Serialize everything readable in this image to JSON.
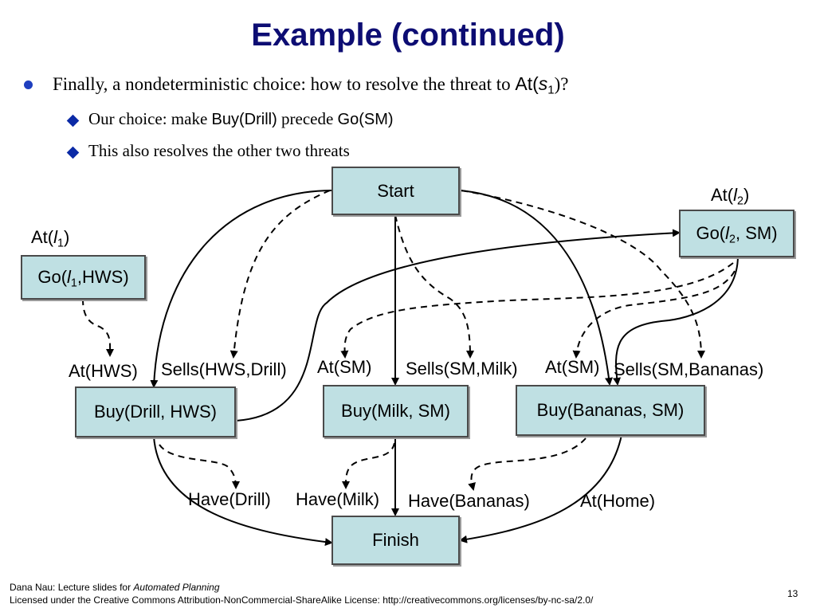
{
  "slide": {
    "title": "Example (continued)",
    "page_number": "13"
  },
  "bullets": {
    "b1_text": "Finally, a nondeterministic choice: how to resolve the threat to ",
    "b1_code": "At(",
    "b1_var": "s",
    "b1_sub": "1",
    "b1_end": ")?",
    "b2_text": "Our choice: make ",
    "b2_code1": "Buy(Drill)",
    "b2_mid": " precede ",
    "b2_code2": "Go(SM)",
    "b3_text": "This also resolves the other two threats"
  },
  "nodes": {
    "start": "Start",
    "finish": "Finish",
    "go_l2_pre": "Go(",
    "go_l2_var": "l",
    "go_l2_sub": "2",
    "go_l2_post": ", SM)",
    "go_l1_pre": "Go(",
    "go_l1_var": "l",
    "go_l1_sub": "1",
    "go_l1_post": ",HWS)",
    "buy_drill": "Buy(Drill, HWS)",
    "buy_milk": "Buy(Milk, SM)",
    "buy_bananas": "Buy(Bananas, SM)"
  },
  "labels": {
    "at_l2_pre": "At(",
    "at_l2_var": "l",
    "at_l2_sub": "2",
    "at_l2_post": ")",
    "at_l1_pre": "At(",
    "at_l1_var": "l",
    "at_l1_sub": "1",
    "at_l1_post": ")",
    "at_hws": "At(HWS)",
    "sells_hws_drill": "Sells(HWS,Drill)",
    "at_sm_1": "At(SM)",
    "sells_sm_milk": "Sells(SM,Milk)",
    "at_sm_2": "At(SM)",
    "sells_sm_bananas": "Sells(SM,Bananas)",
    "have_drill": "Have(Drill)",
    "have_milk": "Have(Milk)",
    "have_bananas": "Have(Bananas)",
    "at_home": "At(Home)"
  },
  "footer": {
    "line1_prefix": "Dana Nau: Lecture slides for ",
    "line1_italic": "Automated Planning",
    "line2": "Licensed under the Creative Commons Attribution-NonCommercial-ShareAlike License: http://creativecommons.org/licenses/by-nc-sa/2.0/"
  },
  "colors": {
    "title": "#0d0d73",
    "bullet": "#1f3fbf",
    "box_fill": "#bfe0e3",
    "box_border": "#4a4a4a"
  }
}
